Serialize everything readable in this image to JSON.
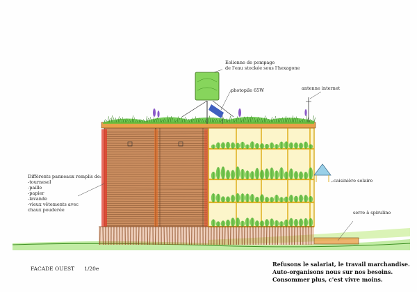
{
  "labels": {
    "wind_turbine": [
      "Eolienne de pompage",
      "de l'eau stockée sous l'hexagone"
    ],
    "solar_panel": "photopile 65W",
    "antenna": "antenne internet",
    "panels_title": "Différents panneaux remplis de:",
    "panels_items": [
      "-tournesol",
      "-paille",
      "-papier",
      "-lavande",
      "-vieux vêtements avec",
      "chaux pouderée"
    ],
    "solar_heater": "caisinière solaire",
    "greenhouse": "serre à spiruline"
  },
  "footer": {
    "facade": "FACADE OUEST",
    "scale": "1/20e"
  },
  "slogan": [
    "Refusons le salariat, le travail marchandise.",
    "Auto-organisons nous sur nos besoins.",
    "Consommer plus, c'est vivre moins."
  ],
  "colors": {
    "wood_orange": "#e8a04a",
    "wood_brown": "#9a5a3a",
    "accent_red": "#d84030",
    "frame_yellow": "#f2d24a",
    "plant_green": "#5cc23a",
    "tank_green": "#7ad04a",
    "fence_brown": "#b06a3a"
  }
}
